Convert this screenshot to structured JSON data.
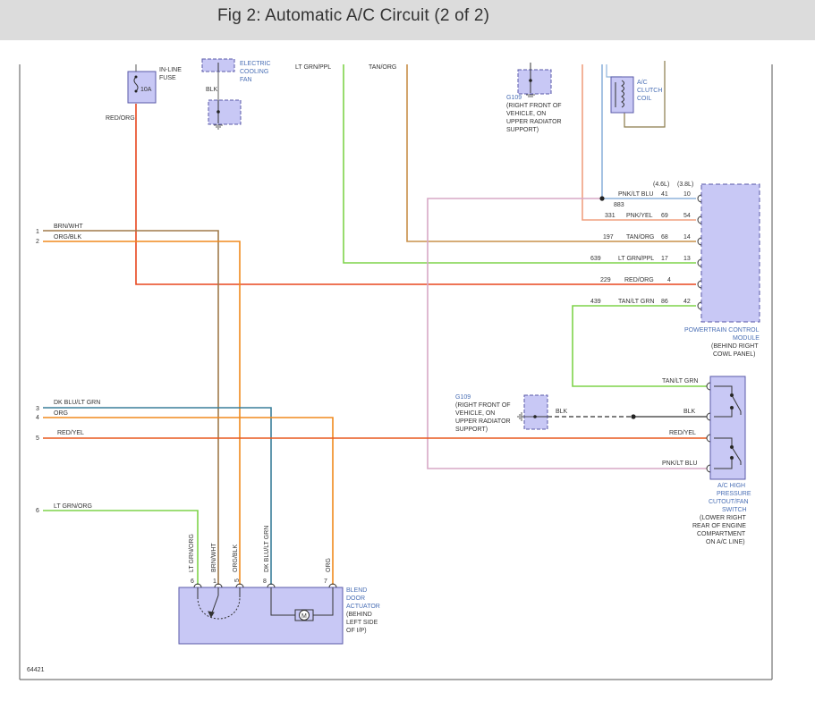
{
  "page_title": "Fig 2: Automatic A/C Circuit (2 of 2)",
  "figure_id": "64421",
  "colors": {
    "brn_wht": "#a07a4a",
    "org": "#f08a1e",
    "red_org": "#e8461e",
    "lt_grn": "#7ed34a",
    "tan_org": "#c8904a",
    "dk_blu_lt_grn": "#3a7f9a",
    "red_yel": "#e8581e",
    "pnk_lt_blu": "#d7a8c6",
    "pnk_yel": "#f0a080",
    "lt_blu": "#8fb4dc",
    "component_fill": "#c8c8f5",
    "component_stroke": "#5a5aa8"
  },
  "top": {
    "inline_fuse_label": [
      "IN-LINE",
      "FUSE"
    ],
    "fuse_rating": "10A",
    "fuse_wire": "RED/ORG",
    "fan_label": [
      "ELECTRIC",
      "COOLING",
      "FAN"
    ],
    "fan_wire": "BLK",
    "wire_lt_grn_ppl": "LT GRN/PPL",
    "wire_tan_org": "TAN/ORG",
    "g109_top": {
      "name": "G109",
      "desc": [
        "(RIGHT FRONT OF",
        "VEHICLE, ON",
        "UPPER RADIATOR",
        "SUPPORT)"
      ]
    },
    "clutch_label": [
      "A/C",
      "CLUTCH",
      "COIL"
    ]
  },
  "left_pins": [
    {
      "num": "1",
      "wire": "BRN/WHT"
    },
    {
      "num": "2",
      "wire": "ORG/BLK"
    },
    {
      "num": "3",
      "wire": "DK BLU/LT GRN"
    },
    {
      "num": "4",
      "wire": "ORG"
    },
    {
      "num": "5",
      "wire": "RED/YEL"
    },
    {
      "num": "6",
      "wire": "LT GRN/ORG"
    }
  ],
  "pcm": {
    "engine_a": "(4.6L)",
    "engine_b": "(3.8L)",
    "rows": [
      {
        "circuit": "",
        "wire": "PNK/LT BLU",
        "pin_a": "41",
        "pin_b": "10"
      },
      {
        "circuit": "883",
        "wire": "",
        "pin_a": "",
        "pin_b": ""
      },
      {
        "circuit": "331",
        "wire": "PNK/YEL",
        "pin_a": "69",
        "pin_b": "54"
      },
      {
        "circuit": "197",
        "wire": "TAN/ORG",
        "pin_a": "68",
        "pin_b": "14"
      },
      {
        "circuit": "639",
        "wire": "LT GRN/PPL",
        "pin_a": "17",
        "pin_b": "13"
      },
      {
        "circuit": "229",
        "wire": "RED/ORG",
        "pin_a": "",
        "pin_b": "4"
      },
      {
        "circuit": "439",
        "wire": "TAN/LT GRN",
        "pin_a": "86",
        "pin_b": "42"
      }
    ],
    "label": [
      "POWERTRAIN CONTROL",
      "MODULE"
    ],
    "location": [
      "(BEHIND RIGHT",
      "COWL PANEL)"
    ]
  },
  "switch": {
    "wires": [
      "TAN/LT GRN",
      "BLK",
      "RED/YEL",
      "PNK/LT BLU"
    ],
    "label": [
      "A/C HIGH",
      "PRESSURE",
      "CUTOUT/FAN",
      "SWITCH"
    ],
    "location": [
      "(LOWER RIGHT",
      "REAR OF ENGINE",
      "COMPARTMENT",
      "ON A/C LINE)"
    ]
  },
  "g109_mid": {
    "name": "G109",
    "desc": [
      "(RIGHT FRONT OF",
      "VEHICLE, ON",
      "UPPER RADIATOR",
      "SUPPORT)"
    ],
    "wire": "BLK"
  },
  "actuator": {
    "pins": [
      {
        "num": "6",
        "wire": "LT GRN/ORG"
      },
      {
        "num": "1",
        "wire": "BRN/WHT"
      },
      {
        "num": "5",
        "wire": "ORG/BLK"
      },
      {
        "num": "8",
        "wire": "DK BLU/LT GRN"
      },
      {
        "num": "7",
        "wire": "ORG"
      }
    ],
    "motor_symbol": "M",
    "label": [
      "BLEND",
      "DOOR",
      "ACTUATOR"
    ],
    "location": [
      "(BEHIND",
      "LEFT SIDE",
      "OF I/P)"
    ]
  }
}
